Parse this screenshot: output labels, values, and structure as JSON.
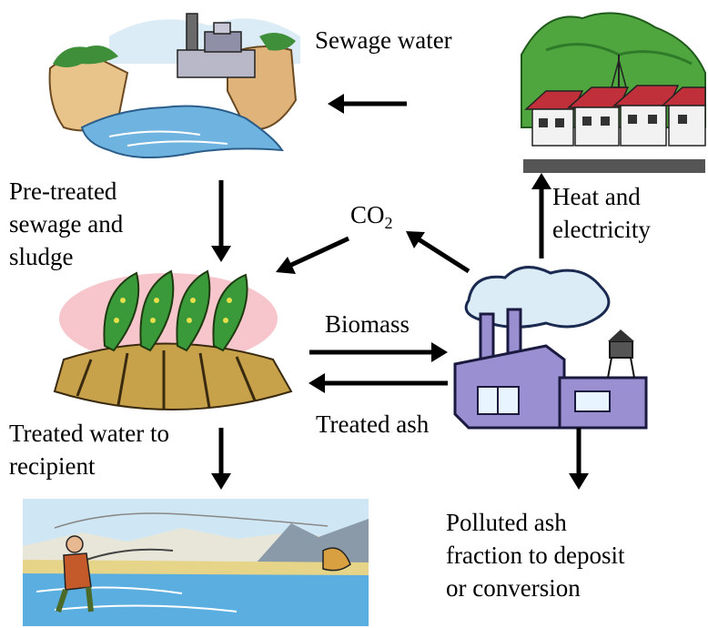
{
  "labels": {
    "sewage_water": "Sewage water",
    "pretreated": [
      "Pre-treated",
      "sewage and",
      "sludge"
    ],
    "co2_main": "CO",
    "co2_sub": "2",
    "heat": [
      "Heat and",
      "electricity"
    ],
    "biomass": "Biomass",
    "treated_ash": "Treated ash",
    "treated_water": [
      "Treated water to",
      "recipient"
    ],
    "polluted": [
      "Polluted ash",
      "fraction to deposit",
      "or conversion"
    ]
  },
  "icons": {
    "treatment_plant": "sewage-treatment-plant-icon",
    "village": "village-houses-icon",
    "plantation": "willow-plantation-icon",
    "power_plant": "power-plant-factory-icon",
    "fishing": "fly-fishing-recipient-icon"
  },
  "colors": {
    "arrow": "#000000",
    "water": "#6fb3e0",
    "tree_green": "#3a9a3a",
    "factory": "#9a8fd0",
    "roof": "#c0303a"
  }
}
